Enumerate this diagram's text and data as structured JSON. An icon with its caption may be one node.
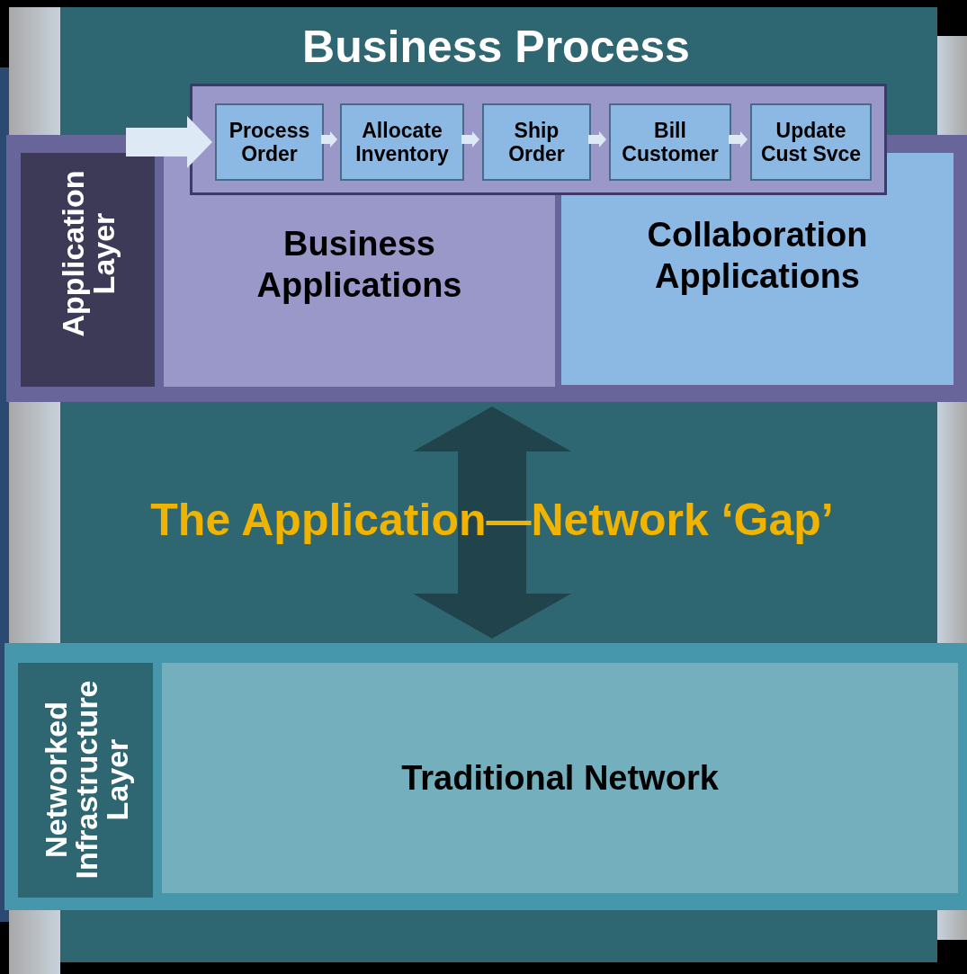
{
  "diagram": {
    "nodes": [
      {
        "text": [
          "Business Process"
        ]
      },
      {
        "text": [
          "Process Order"
        ],
        "in": 0
      },
      {
        "text": [
          "Allocate Inventory"
        ],
        "in": 0
      },
      {
        "text": [
          "Ship Order"
        ],
        "in": 0
      },
      {
        "text": [
          "Bill Customer"
        ],
        "in": 0
      },
      {
        "text": [
          "Update Cust Svce"
        ],
        "in": 0
      },
      {
        "text": [],
        "shape": "box"
      },
      {
        "text": [
          "Application Layer"
        ],
        "in": 6
      },
      {
        "text": [
          "Business Applications"
        ],
        "in": 6
      },
      {
        "text": [
          "Collaboration Applications"
        ],
        "in": 6
      },
      {
        "text": [],
        "shape": "box"
      },
      {
        "text": [
          "Networked Infrastructure Layer"
        ],
        "in": 10
      },
      {
        "text": [
          "Traditional Network"
        ],
        "in": 10
      }
    ],
    "edges": [
      {
        "from": null,
        "to": 1,
        "arrow": "to",
        "style": "thick"
      },
      {
        "from": 1,
        "to": 2,
        "arrow": "to",
        "style": "thick"
      },
      {
        "from": 2,
        "to": 3,
        "arrow": "to",
        "style": "thick"
      },
      {
        "from": 3,
        "to": 4,
        "arrow": "to",
        "style": "thick"
      },
      {
        "from": 4,
        "to": 5,
        "arrow": "to",
        "style": "thick"
      },
      {
        "from": 6,
        "to": 10,
        "arrow": "both",
        "style": "thick",
        "color": "#21434c"
      }
    ],
    "labels": [
      "The Application—Network ‘Gap’"
    ]
  }
}
